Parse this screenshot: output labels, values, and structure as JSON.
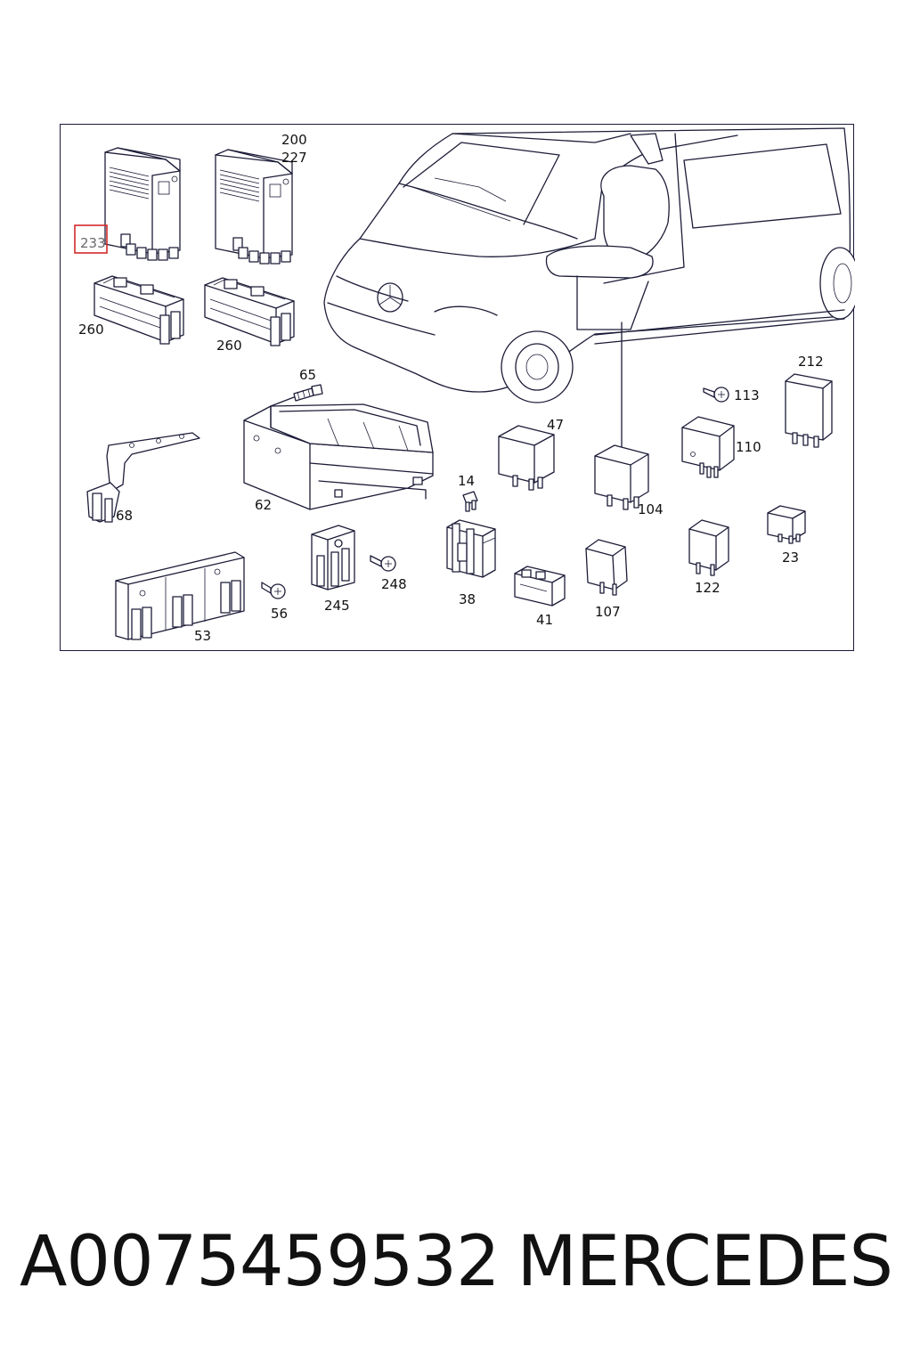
{
  "diagram": {
    "highlighted_label": "233",
    "labels": {
      "l200": "200",
      "l227": "227",
      "l260a": "260",
      "l260b": "260",
      "l65": "65",
      "l212": "212",
      "l113": "113",
      "l110": "110",
      "l47": "47",
      "l104": "104",
      "l14": "14",
      "l68": "68",
      "l62": "62",
      "l248": "248",
      "l245": "245",
      "l56": "56",
      "l53": "53",
      "l38": "38",
      "l41": "41",
      "l107": "107",
      "l122": "122",
      "l23": "23"
    },
    "colors": {
      "highlight": "#d42a2a",
      "line": "#1c1c38"
    }
  },
  "footer": {
    "part_number": "A0075459532",
    "brand": "MERCEDES"
  }
}
